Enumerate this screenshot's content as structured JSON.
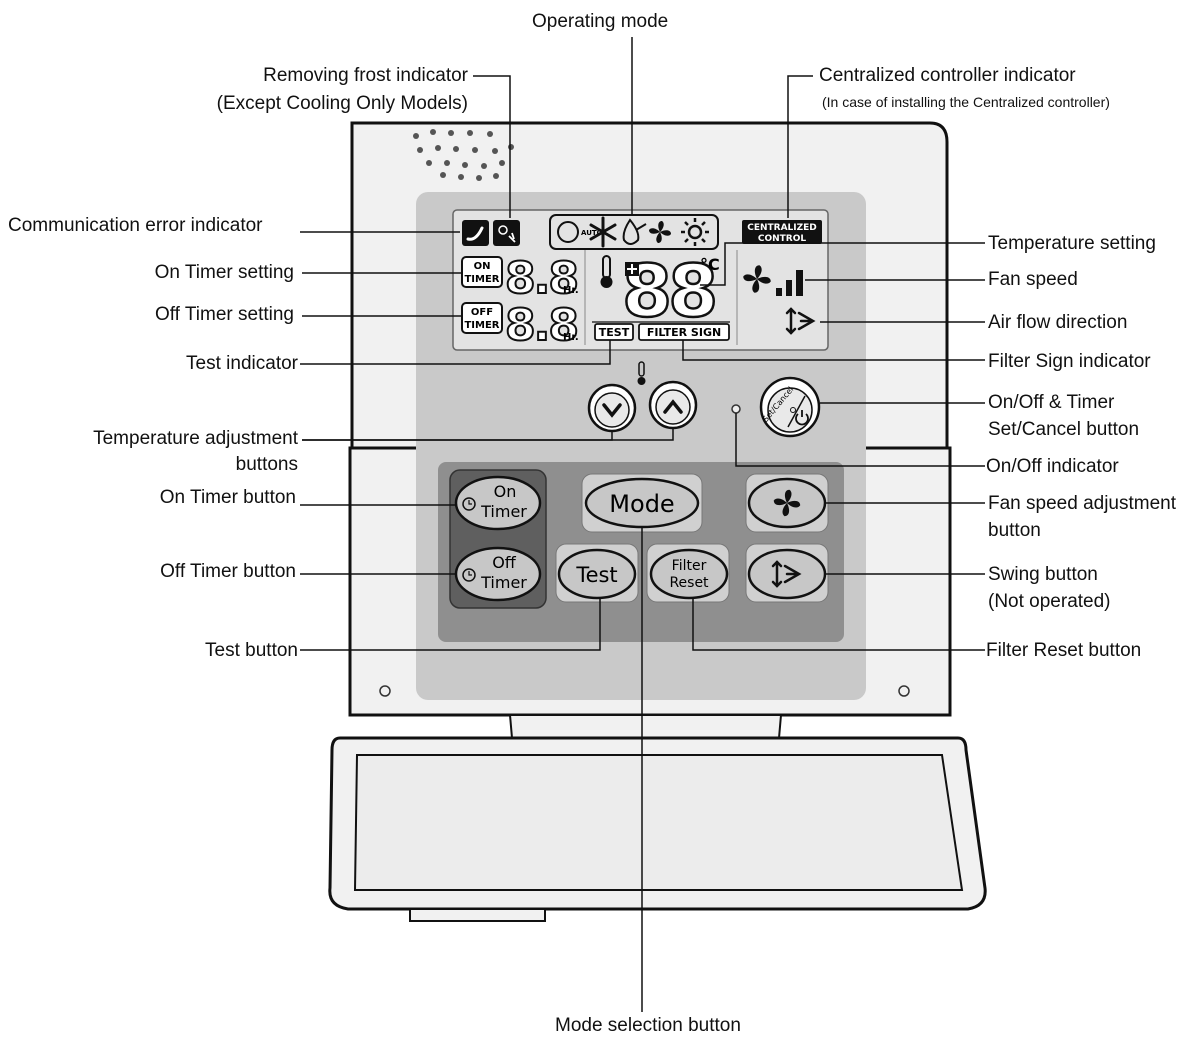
{
  "labels": {
    "operating_mode": "Operating mode",
    "removing_frost_1": "Removing frost indicator",
    "removing_frost_2": "(Except Cooling Only Models)",
    "centralized_1": "Centralized controller indicator",
    "centralized_2": "(In case of installing the Centralized controller)",
    "comm_error": "Communication error indicator",
    "on_timer_setting": "On Timer setting",
    "off_timer_setting": "Off Timer setting",
    "test_indicator": "Test indicator",
    "temp_adj_1": "Temperature adjustment",
    "temp_adj_2": "buttons",
    "on_timer_button": "On Timer button",
    "off_timer_button": "Off Timer button",
    "test_button": "Test button",
    "temp_setting": "Temperature setting",
    "fan_speed": "Fan speed",
    "air_flow": "Air flow direction",
    "filter_sign": "Filter Sign indicator",
    "onoff_timer_1": "On/Off & Timer",
    "onoff_timer_2": "Set/Cancel button",
    "onoff_indicator": "On/Off indicator",
    "fan_adj_1": "Fan speed adjustment",
    "fan_adj_2": "button",
    "swing_1": "Swing button",
    "swing_2": "(Not operated)",
    "filter_reset_button": "Filter Reset button",
    "mode_selection": "Mode selection button"
  },
  "lcd": {
    "centralized_1": "CENTRALIZED",
    "centralized_2": "CONTROL",
    "on_1": "ON",
    "on_2": "TIMER",
    "off_1": "OFF",
    "off_2": "TIMER",
    "digits": "8.8",
    "hr": "Hr.",
    "temp_digits": "88",
    "unit": "°C",
    "test": "TEST",
    "filter_sign": "FILTER SIGN",
    "auto": "AUTO"
  },
  "buttons": {
    "on_1": "On",
    "on_2": "Timer",
    "off_1": "Off",
    "off_2": "Timer",
    "mode": "Mode",
    "test": "Test",
    "filter_1": "Filter",
    "filter_2": "Reset",
    "setcancel": "Set/Cancel"
  },
  "colors": {
    "body_fill": "#f1f1f1",
    "panel_gray": "#c9c9c9",
    "lcd_fill": "#e3e3e3",
    "button_panel": "#8f8f8f",
    "button_fill": "#c7c7c7",
    "outline": "#111111"
  }
}
